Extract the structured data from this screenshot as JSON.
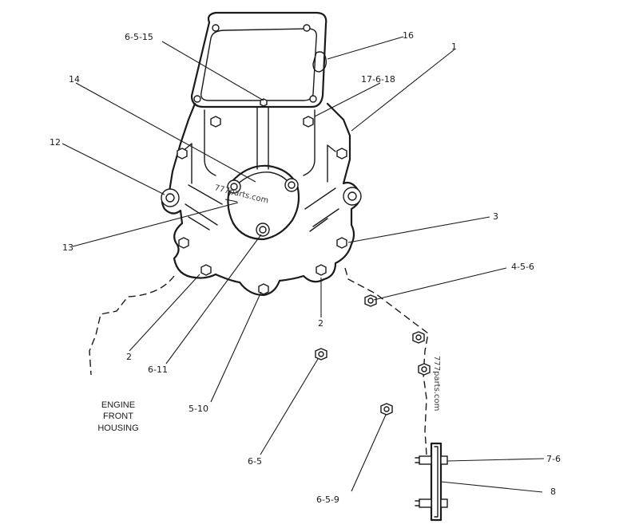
{
  "labels": {
    "l_6_5_15": "6-5-15",
    "l_16": "16",
    "l_1": "1",
    "l_14": "14",
    "l_17_6_18": "17-6-18",
    "l_12": "12",
    "l_3": "3",
    "l_13": "13",
    "l_4_5_6": "4-5-6",
    "l_2_left": "2",
    "l_2_right": "2",
    "l_6_11": "6-11",
    "l_5_10": "5-10",
    "l_6_5": "6-5",
    "l_7_6": "7-6",
    "l_8": "8",
    "l_6_5_9": "6-5-9"
  },
  "caption": {
    "line1": "ENGINE",
    "line2": "FRONT",
    "line3": "HOUSING"
  },
  "watermarks": {
    "center": "777parts.com",
    "right": "777parts.com"
  }
}
